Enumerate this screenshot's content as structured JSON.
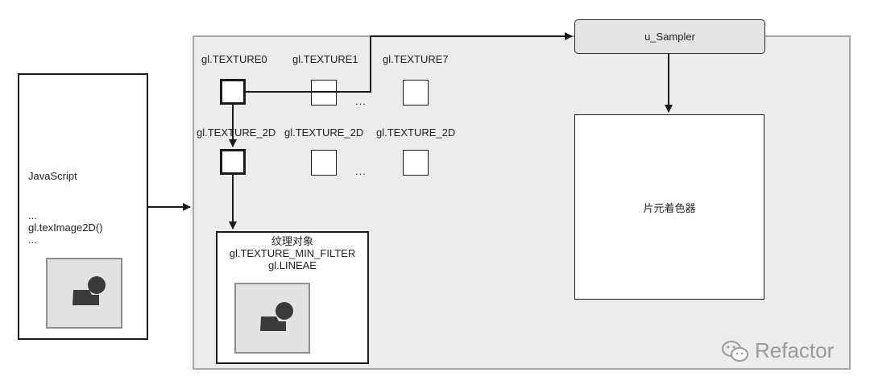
{
  "javascript_panel": {
    "title": "JavaScript",
    "lines": [
      "...",
      "gl.texImage2D()",
      "..."
    ]
  },
  "texture_units": {
    "labels": [
      "gl.TEXTURE0",
      "gl.TEXTURE1",
      "gl.TEXTURE7"
    ],
    "ellipsis": "..."
  },
  "texture_targets": {
    "labels": [
      "gl.TEXTURE_2D",
      "gl.TEXTURE_2D",
      "gl.TEXTURE_2D"
    ],
    "ellipsis": "..."
  },
  "texture_object": {
    "title": "纹理对象",
    "param": "gl.TEXTURE_MIN_FILTER",
    "value": "gl.LINEAE"
  },
  "sampler": {
    "label": "u_Sampler"
  },
  "fragment_shader": {
    "label": "片元着色器"
  },
  "watermark": {
    "text": "Refactor",
    "icon": "wechat-icon"
  },
  "colors": {
    "gpu_area_fill": "#ececec",
    "gpu_area_border": "#a6a6a6",
    "stroke": "#1a1a1a",
    "image_shape": "#3a3a3a",
    "watermark": "#9a9a9a"
  }
}
